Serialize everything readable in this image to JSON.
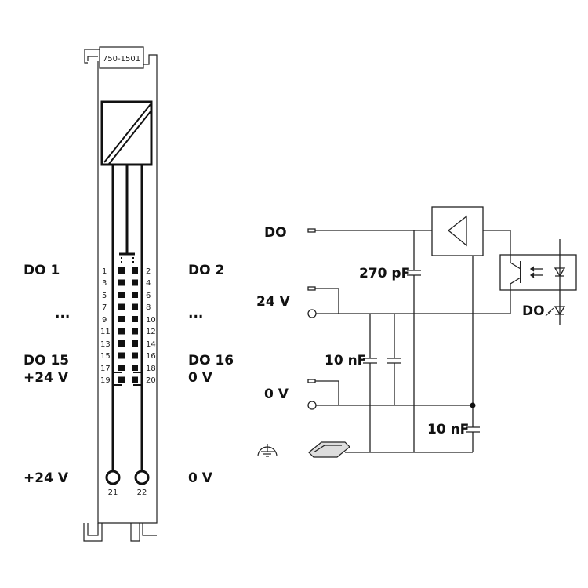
{
  "module": {
    "part_number": "750-1501",
    "pin_numbers_left": [
      "1",
      "3",
      "5",
      "7",
      "9",
      "11",
      "13",
      "15",
      "17",
      "19"
    ],
    "pin_numbers_right": [
      "2",
      "4",
      "6",
      "8",
      "10",
      "12",
      "14",
      "16",
      "18",
      "20"
    ],
    "terminal_left": "21",
    "terminal_right": "22"
  },
  "left_labels": {
    "do1": "DO 1",
    "ellipsis": "...",
    "do15": "DO 15",
    "plus24v": "+24 V",
    "plus24v_bottom": "+24 V"
  },
  "right_labels": {
    "do2": "DO 2",
    "ellipsis": "...",
    "do16": "DO 16",
    "zero_v": "0 V",
    "zero_v_bottom": "0 V"
  },
  "circuit": {
    "do_label": "DO",
    "v24_label": "24 V",
    "v0_label": "0 V",
    "cap_270": "270 pF",
    "cap_10_a": "10 nF",
    "cap_10_b": "10 nF",
    "led_label": "DO"
  }
}
